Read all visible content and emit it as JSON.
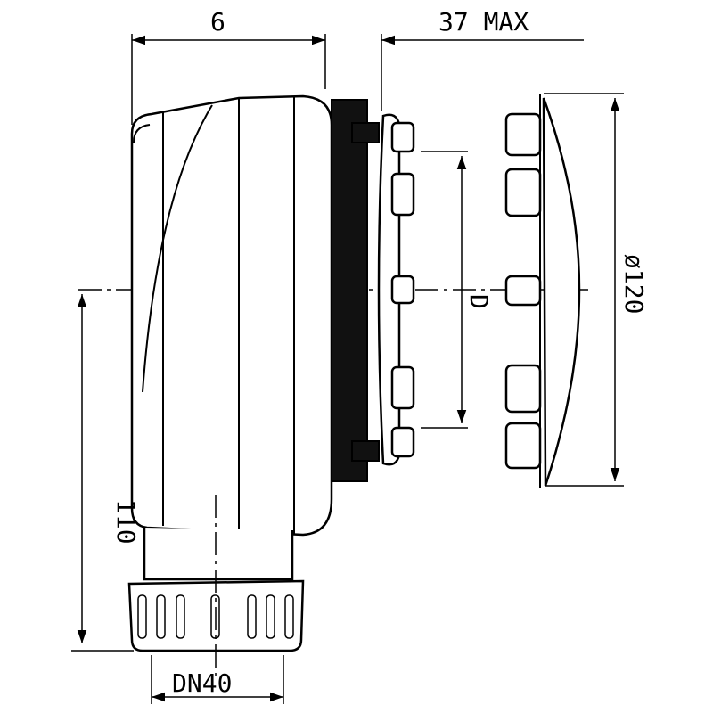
{
  "dimensions": {
    "top_left": "6",
    "top_right": "37 MAX",
    "height": "110",
    "diameter": "ø120",
    "inner": "D",
    "outlet": "DN40"
  }
}
